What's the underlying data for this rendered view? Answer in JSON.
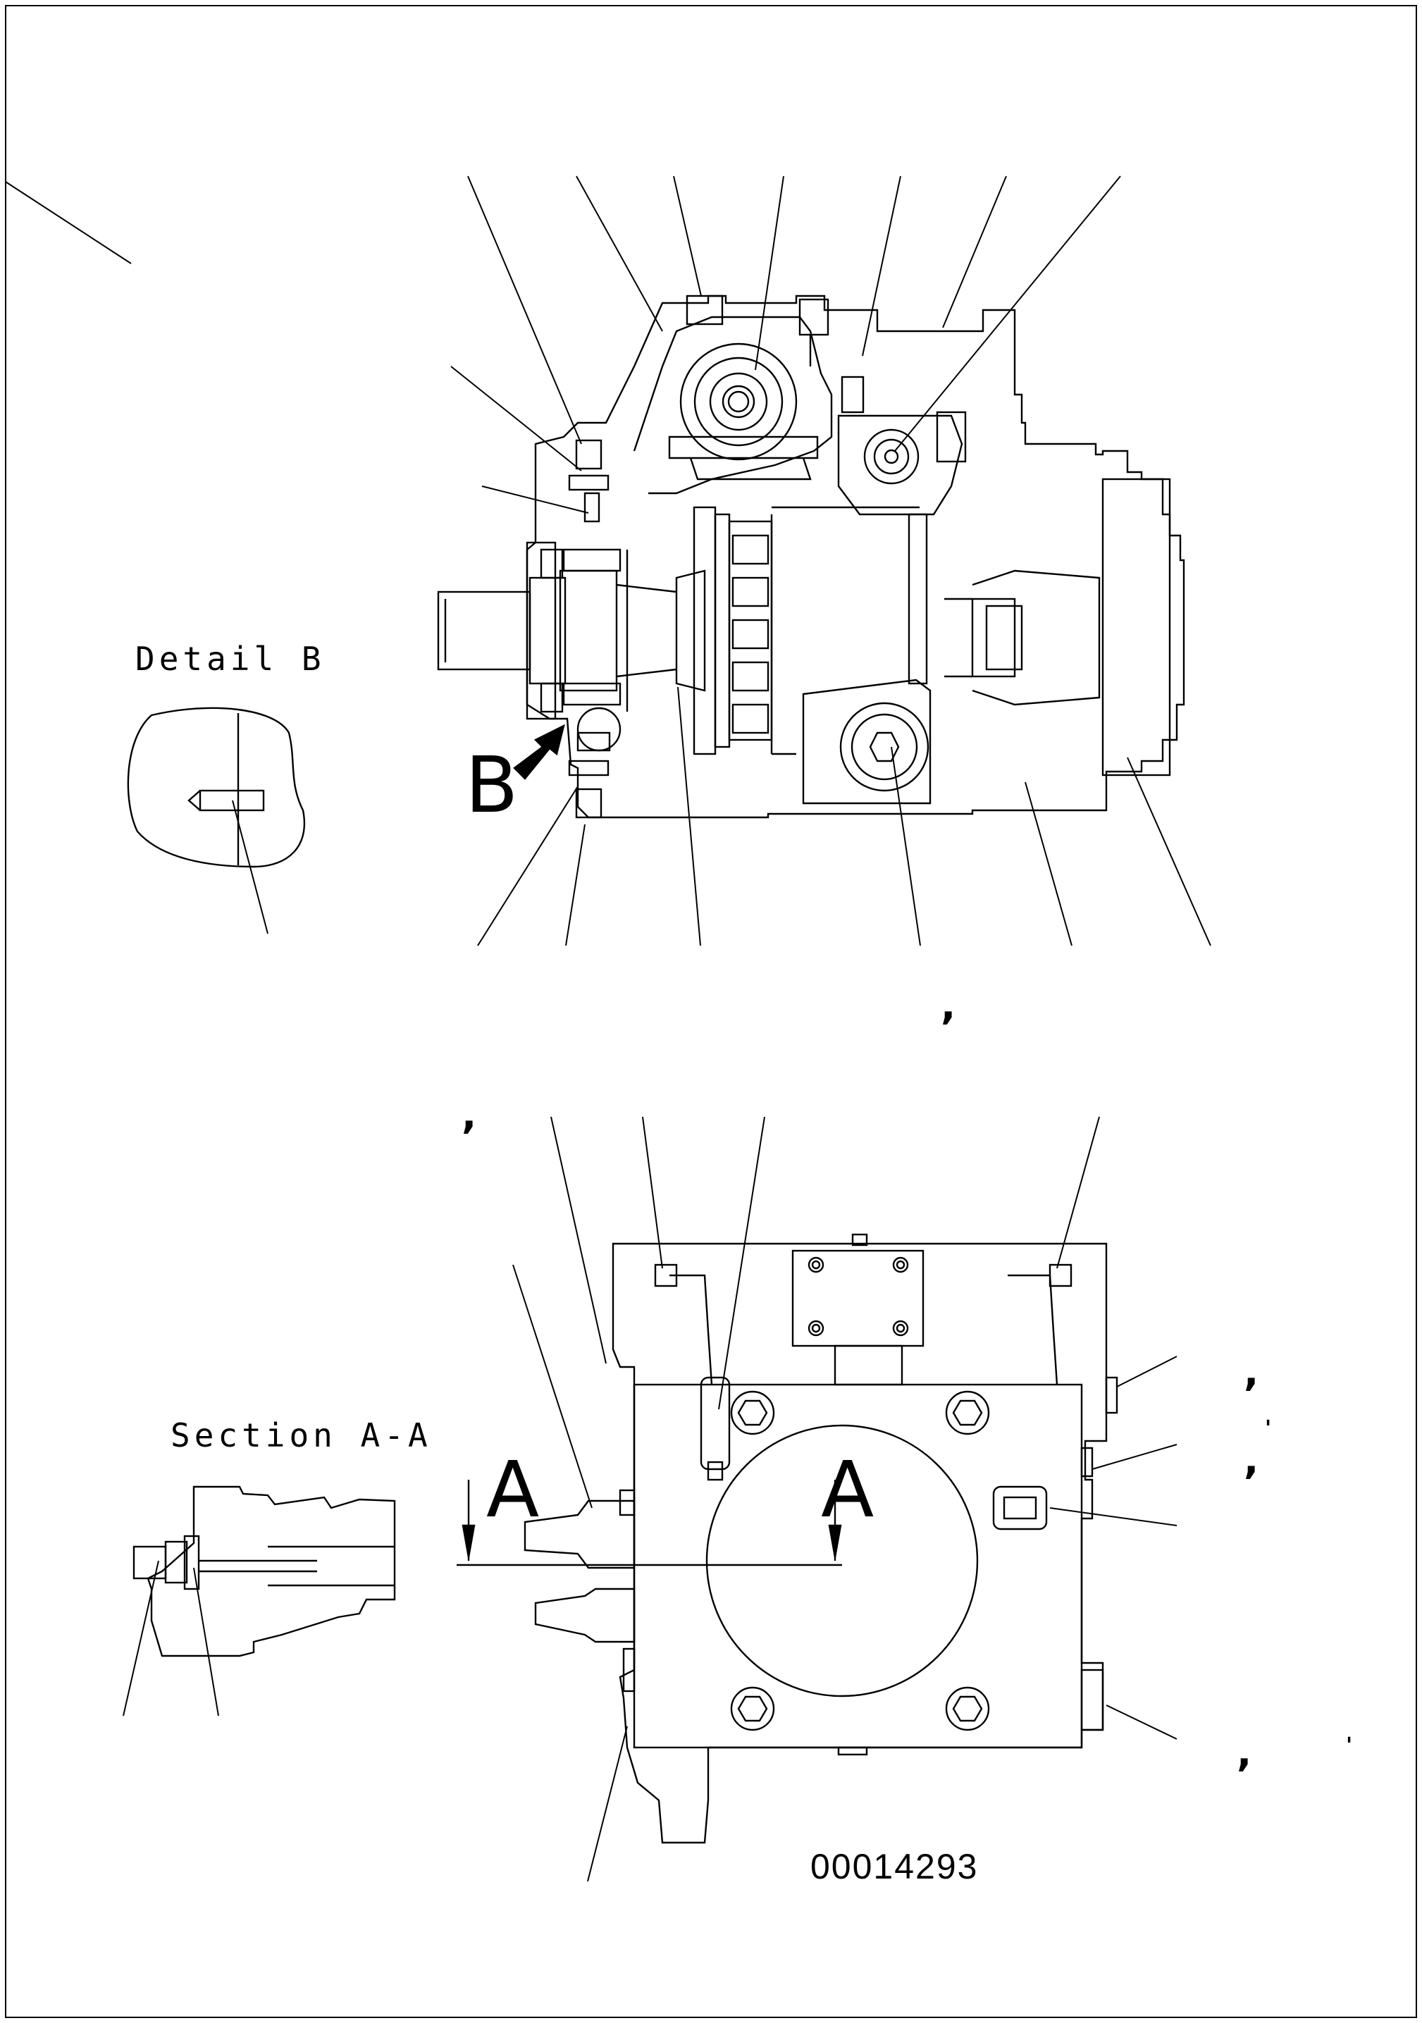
{
  "detail_b_label": "Detail B",
  "section_aa_label": "Section A-A",
  "view_letter_b": "B",
  "section_letter_a_left": "A",
  "section_letter_a_right": "A",
  "drawing_number": "00014293",
  "stray_marks": [
    ",",
    ",",
    ",",
    ",",
    ",",
    "'",
    "'"
  ]
}
